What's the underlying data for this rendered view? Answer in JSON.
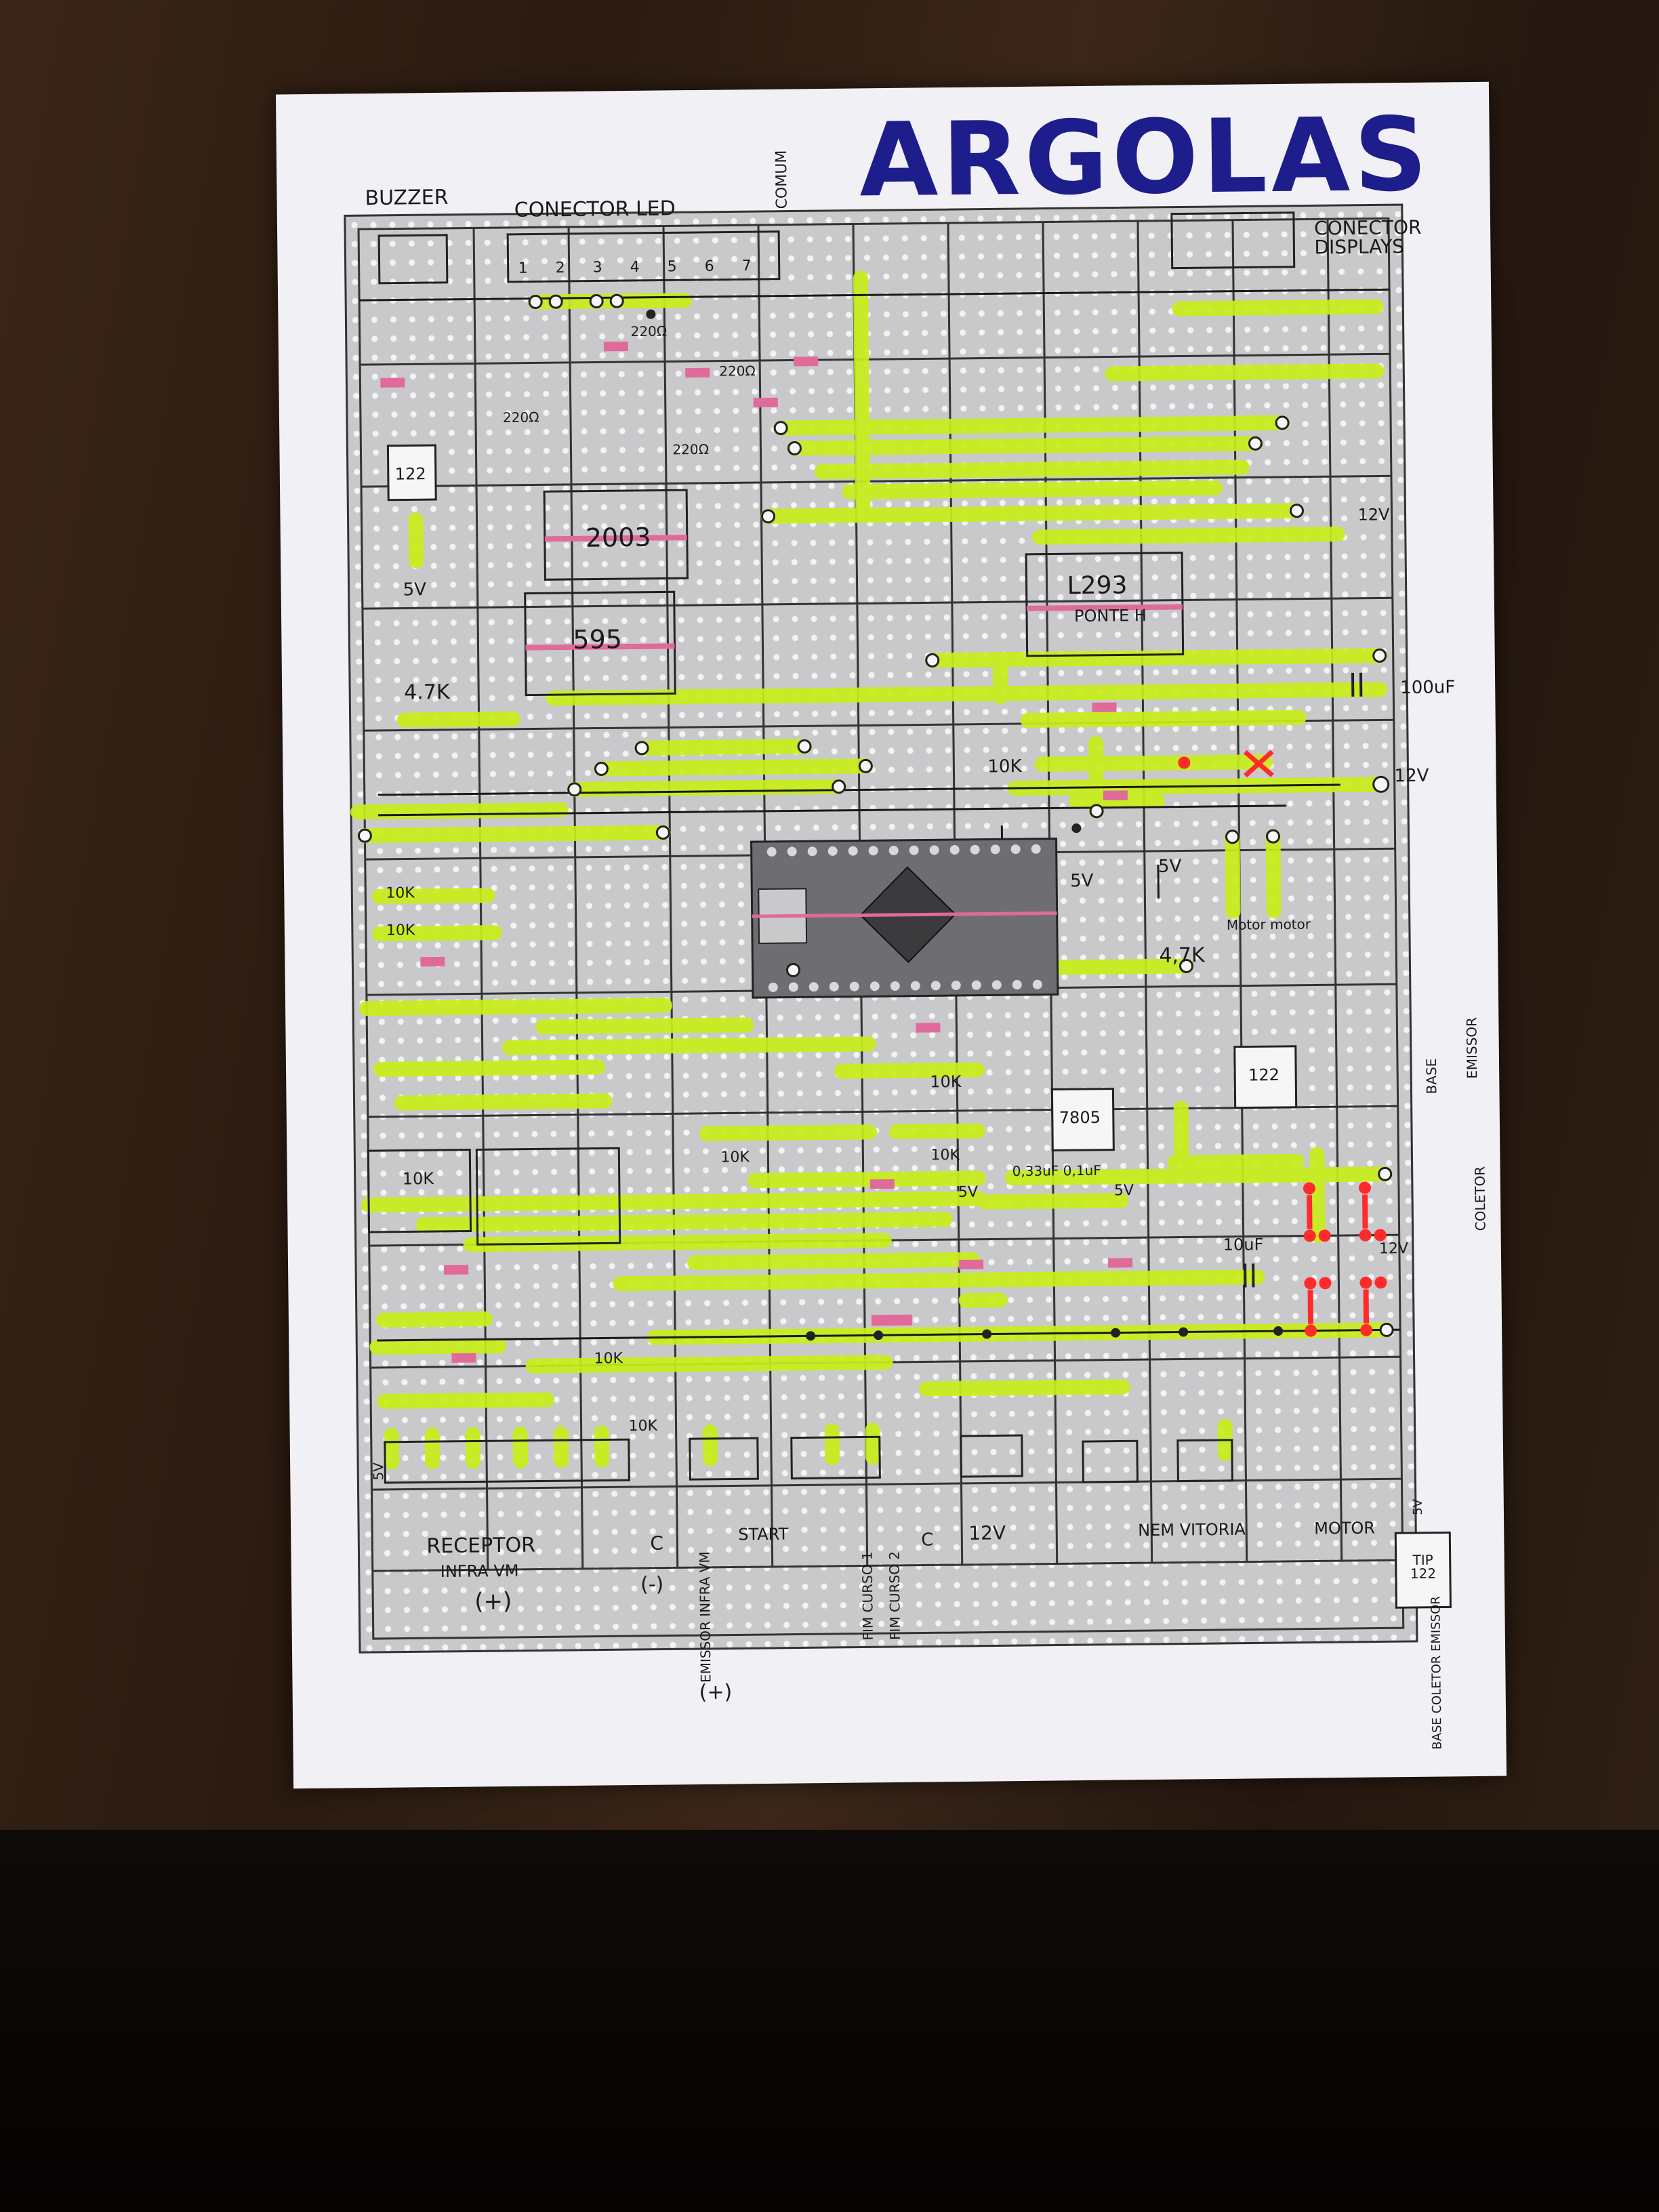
{
  "title": "ARGOLAS",
  "labels": {
    "buzzer": "BUZZER",
    "conector_led": "CONECTOR LED",
    "led_pins": [
      "1",
      "2",
      "3",
      "4",
      "5",
      "6",
      "7"
    ],
    "comum": "COMUM",
    "conector_displays": "CONECTOR DISPLAYS",
    "r220_a": "220Ω",
    "r220_b": "220Ω",
    "r220_c": "220Ω",
    "r220_d": "220Ω",
    "tip122_top": "122",
    "five_v_a": "5V",
    "ic_2003": "2003",
    "ic_595": "595",
    "ic_l293": "L293",
    "ponte_h": "PONTE H",
    "twelve_v_a": "12V",
    "r47k_a": "4.7K",
    "cap_100uf": "100uF",
    "r10k_a": "10K",
    "twelve_v_b": "12V",
    "five_v_b": "5V",
    "five_v_c": "5V",
    "motor_motor": "Motor motor",
    "r10k_b": "10K",
    "r10k_c": "10K",
    "r47k_b": "4,7K",
    "tip122_mid": "122",
    "base": "BASE",
    "emissor": "EMISSOR",
    "coletor": "COLETOR",
    "reg_7805": "7805",
    "r10k_d": "10K",
    "r10k_e": "10K",
    "r10k_f": "10K",
    "caps_reg": "0,33uF  0,1uF",
    "five_v_d": "5V",
    "five_v_e": "5V",
    "twelve_v_c": "12V",
    "cap_10uf": "10uF",
    "r10k_g": "10K",
    "r10k_h": "10K",
    "r10k_i": "10K",
    "five_v_f": "5V",
    "receptor": "RECEPTOR",
    "infra_vm": "INFRA VM",
    "plus_a": "(+)",
    "c_a": "C",
    "minus_a": "(-)",
    "emissor_iv": "EMISSOR INFRA VM",
    "plus_b": "(+)",
    "start": "START",
    "fim_curso_1": "FIM CURSO 1",
    "fim_curso_2": "FIM CURSO 2",
    "c_b": "C",
    "twelve_v_d": "12V",
    "nem_vitoria": "NEM VITORIA",
    "motor": "MOTOR",
    "five_v_g": "5V",
    "tip_label": "TIP 122",
    "pinout_bottom": "BASE COLETOR EMISSOR"
  },
  "colors": {
    "paper": "#f1f0f4",
    "board": "#c9c9cc",
    "trace_highlight": "#c8ee1a",
    "title_ink": "#1e1d8c",
    "resistor_pink": "#e06a9a",
    "red_marks": "#ff2a2a",
    "ink": "#1a1a1a",
    "arduino_board": "#6e6e72"
  },
  "icons": [
    "arduino-nano-icon",
    "transistor-tip122-icon",
    "regulator-7805-icon",
    "diode-icon",
    "capacitor-icon",
    "resistor-icon",
    "red-x-mark-icon"
  ]
}
